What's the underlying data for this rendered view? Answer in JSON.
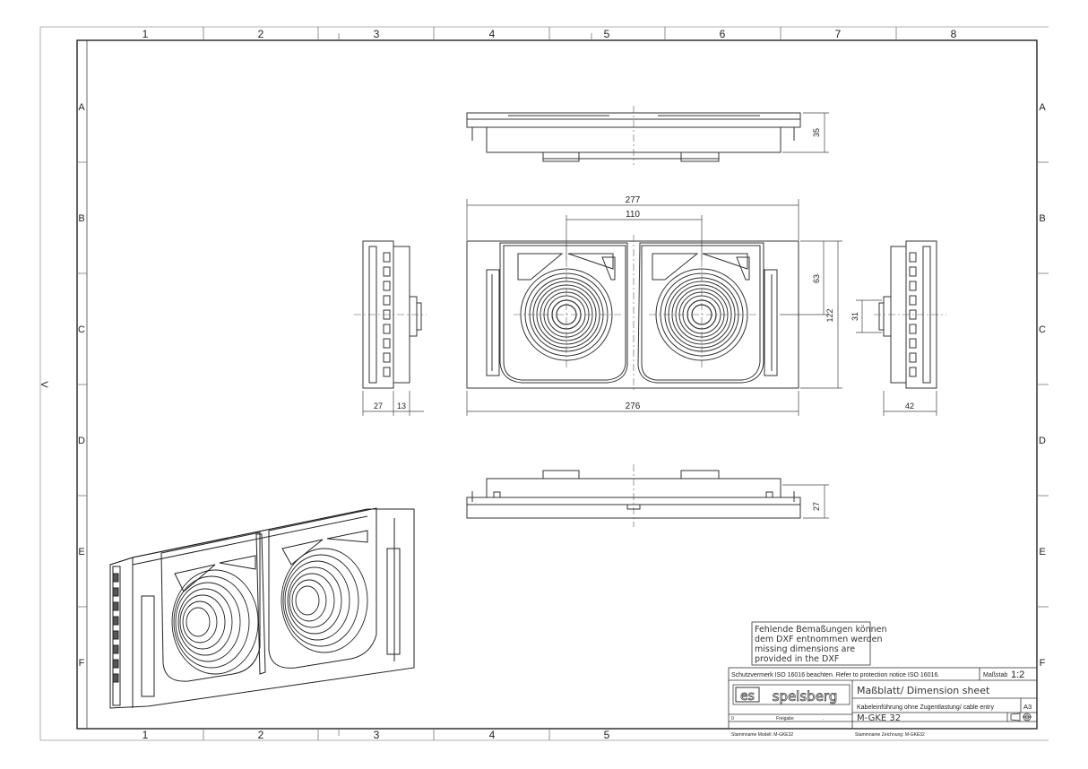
{
  "frame": {
    "columns": [
      "1",
      "2",
      "3",
      "4",
      "5",
      "6",
      "7",
      "8"
    ],
    "rows": [
      "A",
      "B",
      "C",
      "D",
      "E",
      "F"
    ],
    "side_mark": "V",
    "bottom_columns": [
      "1",
      "2",
      "3",
      "4",
      "5"
    ]
  },
  "dimensions": {
    "top_height": "35",
    "overall_width": "277",
    "center_spacing": "110",
    "half_height": "63",
    "total_height": "122",
    "bottom_width": "276",
    "left_depth": "27",
    "left_flange": "13",
    "right_hub": "31",
    "right_depth": "42",
    "bottom_view_height": "27"
  },
  "note": {
    "line1": "Fehlende Bemaßungen können",
    "line2": "dem DXF entnommen werden",
    "line3": "missing dimensions are",
    "line4": "provided in the DXF"
  },
  "title_block": {
    "protection_notice": "Schutzvermerk ISO 16016 beachten. Refer to protection notice ISO 16016.",
    "scale_label": "Maßstab",
    "scale_value": "1:2",
    "logo_mark": "es",
    "logo_text": "spelsberg",
    "sheet_title": "Maßblatt/ Dimension sheet",
    "description": "Kabeleinführung ohne Zugentlastung/ cable entry",
    "paper_size": "A3",
    "part_number": "M-GKE 32",
    "revision_index": "0",
    "revision_text": "Freigabe",
    "revision_dot": ".",
    "footer_left": "Stammname Modell: M-GKE32",
    "footer_right": "Stammname Zeichnung: M-GKE32"
  }
}
